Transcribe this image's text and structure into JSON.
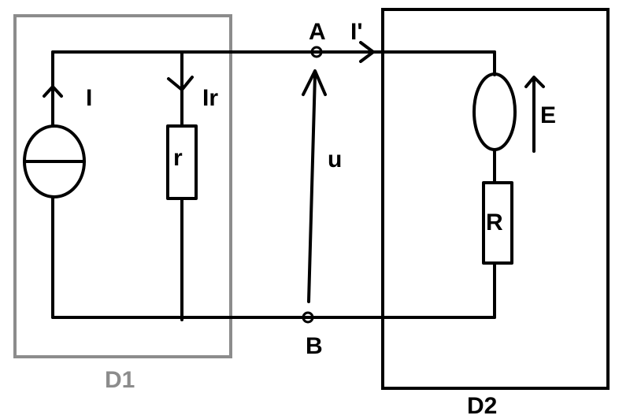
{
  "diagram": {
    "boxes": {
      "d1": "D1",
      "d2": "D2"
    },
    "nodes": {
      "a": "A",
      "b": "B"
    },
    "labels": {
      "current_source": "I",
      "branch_current": "Ir",
      "resistor_r": "r",
      "voltage": "u",
      "output_current": "I'",
      "emf": "E",
      "load_resistor": "R"
    },
    "colors": {
      "wire": "#000000",
      "d1_box": "#8c8c8c",
      "d2_box": "#000000"
    }
  }
}
